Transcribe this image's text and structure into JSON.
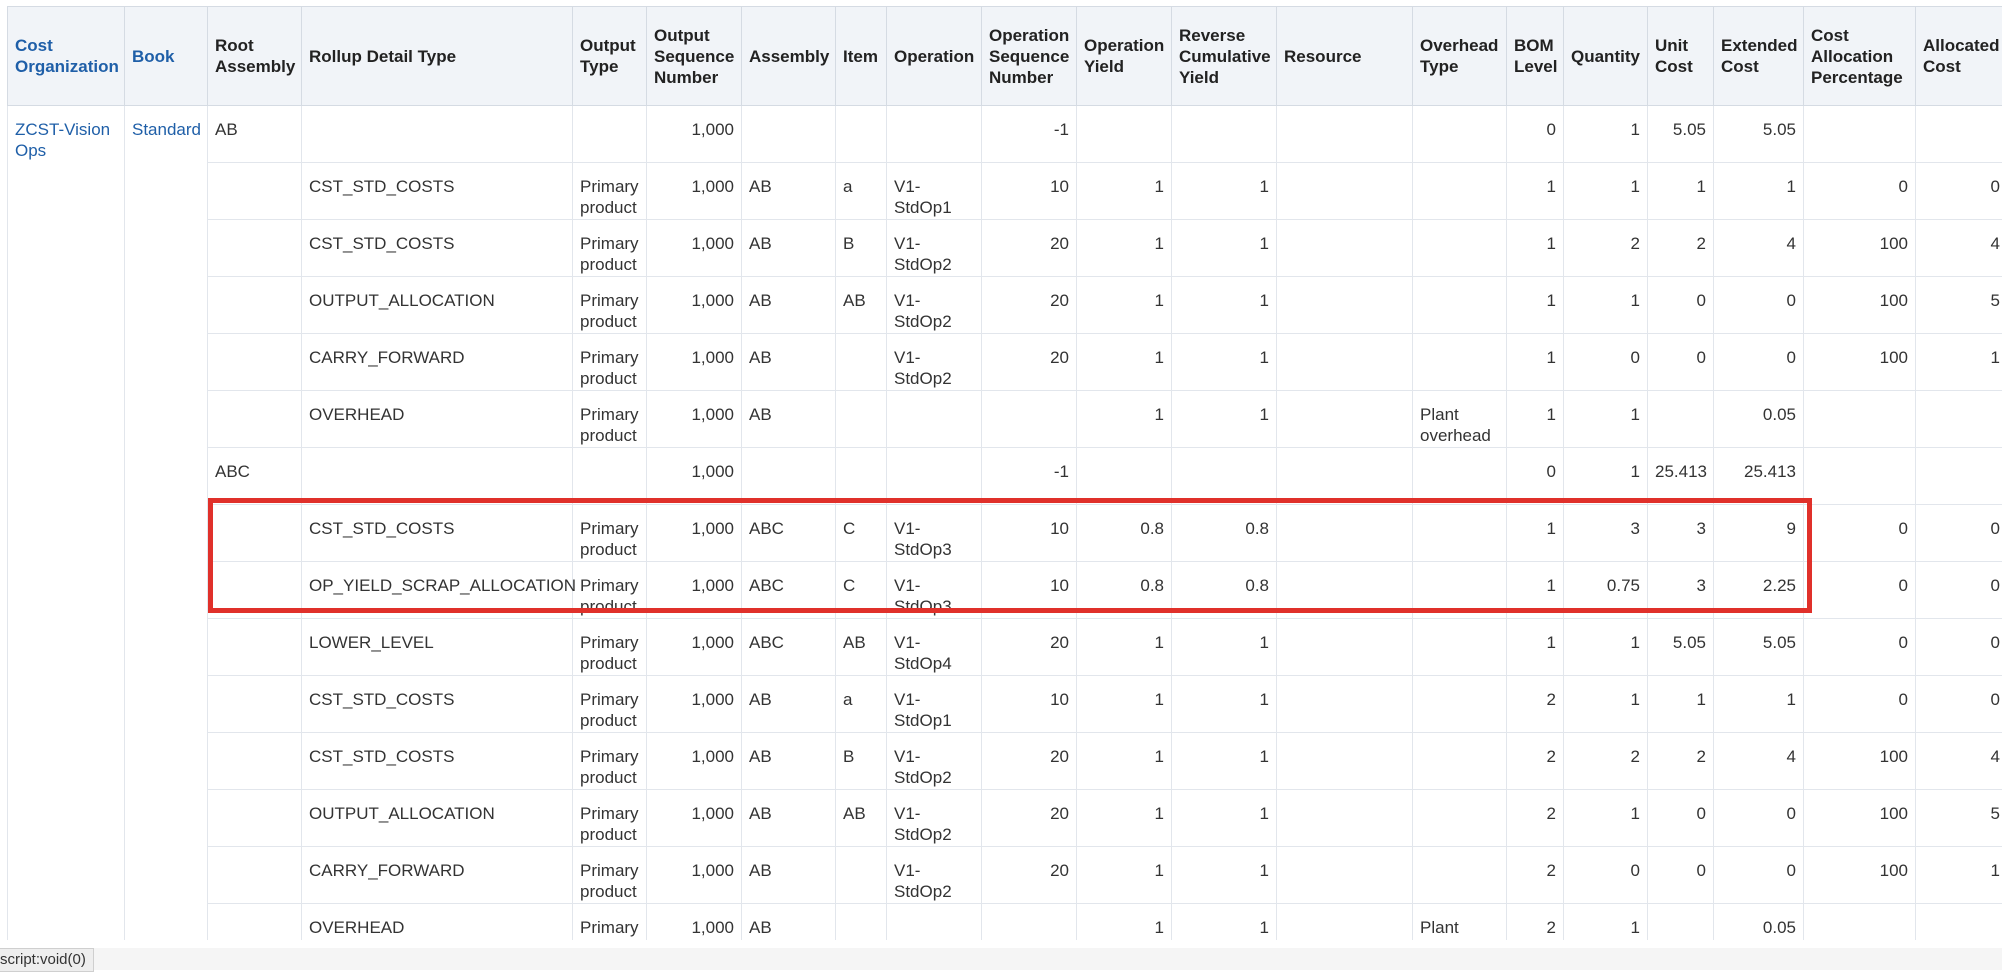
{
  "columns": [
    "Cost Organization",
    "Book",
    "Root Assembly",
    "Rollup Detail Type",
    "Output Type",
    "Output Sequence Number",
    "Assembly",
    "Item",
    "Operation",
    "Operation Sequence Number",
    "Operation Yield",
    "Reverse Cumulative Yield",
    "Resource",
    "Overhead Type",
    "BOM Level",
    "Quantity",
    "Unit Cost",
    "Extended Cost",
    "Cost Allocation Percentage",
    "Allocated Cost"
  ],
  "group": {
    "cost_org": "ZCST-Vision Ops",
    "book": "Standard"
  },
  "rows": [
    {
      "root": "AB",
      "detail": "",
      "output_type": "",
      "out_seq": "1,000",
      "assembly": "",
      "item": "",
      "operation": "",
      "op_seq": "-1",
      "op_yield": "",
      "rev_yield": "",
      "resource": "",
      "overhead": "",
      "bom": "0",
      "qty": "1",
      "unit": "5.05",
      "ext": "5.05",
      "alloc_pct": "",
      "alloc_cost": ""
    },
    {
      "root": "",
      "detail": "CST_STD_COSTS",
      "output_type": "Primary product",
      "out_seq": "1,000",
      "assembly": "AB",
      "item": "a",
      "operation": "V1-StdOp1",
      "op_seq": "10",
      "op_yield": "1",
      "rev_yield": "1",
      "resource": "",
      "overhead": "",
      "bom": "1",
      "qty": "1",
      "unit": "1",
      "ext": "1",
      "alloc_pct": "0",
      "alloc_cost": "0"
    },
    {
      "root": "",
      "detail": "CST_STD_COSTS",
      "output_type": "Primary product",
      "out_seq": "1,000",
      "assembly": "AB",
      "item": "B",
      "operation": "V1-StdOp2",
      "op_seq": "20",
      "op_yield": "1",
      "rev_yield": "1",
      "resource": "",
      "overhead": "",
      "bom": "1",
      "qty": "2",
      "unit": "2",
      "ext": "4",
      "alloc_pct": "100",
      "alloc_cost": "4"
    },
    {
      "root": "",
      "detail": "OUTPUT_ALLOCATION",
      "output_type": "Primary product",
      "out_seq": "1,000",
      "assembly": "AB",
      "item": "AB",
      "operation": "V1-StdOp2",
      "op_seq": "20",
      "op_yield": "1",
      "rev_yield": "1",
      "resource": "",
      "overhead": "",
      "bom": "1",
      "qty": "1",
      "unit": "0",
      "ext": "0",
      "alloc_pct": "100",
      "alloc_cost": "5"
    },
    {
      "root": "",
      "detail": "CARRY_FORWARD",
      "output_type": "Primary product",
      "out_seq": "1,000",
      "assembly": "AB",
      "item": "",
      "operation": "V1-StdOp2",
      "op_seq": "20",
      "op_yield": "1",
      "rev_yield": "1",
      "resource": "",
      "overhead": "",
      "bom": "1",
      "qty": "0",
      "unit": "0",
      "ext": "0",
      "alloc_pct": "100",
      "alloc_cost": "1"
    },
    {
      "root": "",
      "detail": "OVERHEAD",
      "output_type": "Primary product",
      "out_seq": "1,000",
      "assembly": "AB",
      "item": "",
      "operation": "",
      "op_seq": "",
      "op_yield": "1",
      "rev_yield": "1",
      "resource": "",
      "overhead": "Plant overhead",
      "bom": "1",
      "qty": "1",
      "unit": "",
      "ext": "0.05",
      "alloc_pct": "",
      "alloc_cost": ""
    },
    {
      "root": "ABC",
      "detail": "",
      "output_type": "",
      "out_seq": "1,000",
      "assembly": "",
      "item": "",
      "operation": "",
      "op_seq": "-1",
      "op_yield": "",
      "rev_yield": "",
      "resource": "",
      "overhead": "",
      "bom": "0",
      "qty": "1",
      "unit": "25.413",
      "ext": "25.413",
      "alloc_pct": "",
      "alloc_cost": ""
    },
    {
      "root": "",
      "detail": "CST_STD_COSTS",
      "output_type": "Primary product",
      "out_seq": "1,000",
      "assembly": "ABC",
      "item": "C",
      "operation": "V1-StdOp3",
      "op_seq": "10",
      "op_yield": "0.8",
      "rev_yield": "0.8",
      "resource": "",
      "overhead": "",
      "bom": "1",
      "qty": "3",
      "unit": "3",
      "ext": "9",
      "alloc_pct": "0",
      "alloc_cost": "0"
    },
    {
      "root": "",
      "detail": "OP_YIELD_SCRAP_ALLOCATION",
      "output_type": "Primary product",
      "out_seq": "1,000",
      "assembly": "ABC",
      "item": "C",
      "operation": "V1-StdOp3",
      "op_seq": "10",
      "op_yield": "0.8",
      "rev_yield": "0.8",
      "resource": "",
      "overhead": "",
      "bom": "1",
      "qty": "0.75",
      "unit": "3",
      "ext": "2.25",
      "alloc_pct": "0",
      "alloc_cost": "0"
    },
    {
      "root": "",
      "detail": "LOWER_LEVEL",
      "output_type": "Primary product",
      "out_seq": "1,000",
      "assembly": "ABC",
      "item": "AB",
      "operation": "V1-StdOp4",
      "op_seq": "20",
      "op_yield": "1",
      "rev_yield": "1",
      "resource": "",
      "overhead": "",
      "bom": "1",
      "qty": "1",
      "unit": "5.05",
      "ext": "5.05",
      "alloc_pct": "0",
      "alloc_cost": "0"
    },
    {
      "root": "",
      "detail": "CST_STD_COSTS",
      "output_type": "Primary product",
      "out_seq": "1,000",
      "assembly": "AB",
      "item": "a",
      "operation": "V1-StdOp1",
      "op_seq": "10",
      "op_yield": "1",
      "rev_yield": "1",
      "resource": "",
      "overhead": "",
      "bom": "2",
      "qty": "1",
      "unit": "1",
      "ext": "1",
      "alloc_pct": "0",
      "alloc_cost": "0"
    },
    {
      "root": "",
      "detail": "CST_STD_COSTS",
      "output_type": "Primary product",
      "out_seq": "1,000",
      "assembly": "AB",
      "item": "B",
      "operation": "V1-StdOp2",
      "op_seq": "20",
      "op_yield": "1",
      "rev_yield": "1",
      "resource": "",
      "overhead": "",
      "bom": "2",
      "qty": "2",
      "unit": "2",
      "ext": "4",
      "alloc_pct": "100",
      "alloc_cost": "4"
    },
    {
      "root": "",
      "detail": "OUTPUT_ALLOCATION",
      "output_type": "Primary product",
      "out_seq": "1,000",
      "assembly": "AB",
      "item": "AB",
      "operation": "V1-StdOp2",
      "op_seq": "20",
      "op_yield": "1",
      "rev_yield": "1",
      "resource": "",
      "overhead": "",
      "bom": "2",
      "qty": "1",
      "unit": "0",
      "ext": "0",
      "alloc_pct": "100",
      "alloc_cost": "5"
    },
    {
      "root": "",
      "detail": "CARRY_FORWARD",
      "output_type": "Primary product",
      "out_seq": "1,000",
      "assembly": "AB",
      "item": "",
      "operation": "V1-StdOp2",
      "op_seq": "20",
      "op_yield": "1",
      "rev_yield": "1",
      "resource": "",
      "overhead": "",
      "bom": "2",
      "qty": "0",
      "unit": "0",
      "ext": "0",
      "alloc_pct": "100",
      "alloc_cost": "1"
    },
    {
      "root": "",
      "detail": "OVERHEAD",
      "output_type": "Primary product",
      "out_seq": "1,000",
      "assembly": "AB",
      "item": "",
      "operation": "",
      "op_seq": "",
      "op_yield": "1",
      "rev_yield": "1",
      "resource": "",
      "overhead": "Plant overhead",
      "bom": "2",
      "qty": "1",
      "unit": "",
      "ext": "0.05",
      "alloc_pct": "",
      "alloc_cost": ""
    }
  ],
  "status_bar": {
    "url_text": "script:void(0)"
  },
  "colors": {
    "header_bg": "#f1f4f8",
    "link": "#1f5fa8",
    "highlight": "#e0302a"
  }
}
